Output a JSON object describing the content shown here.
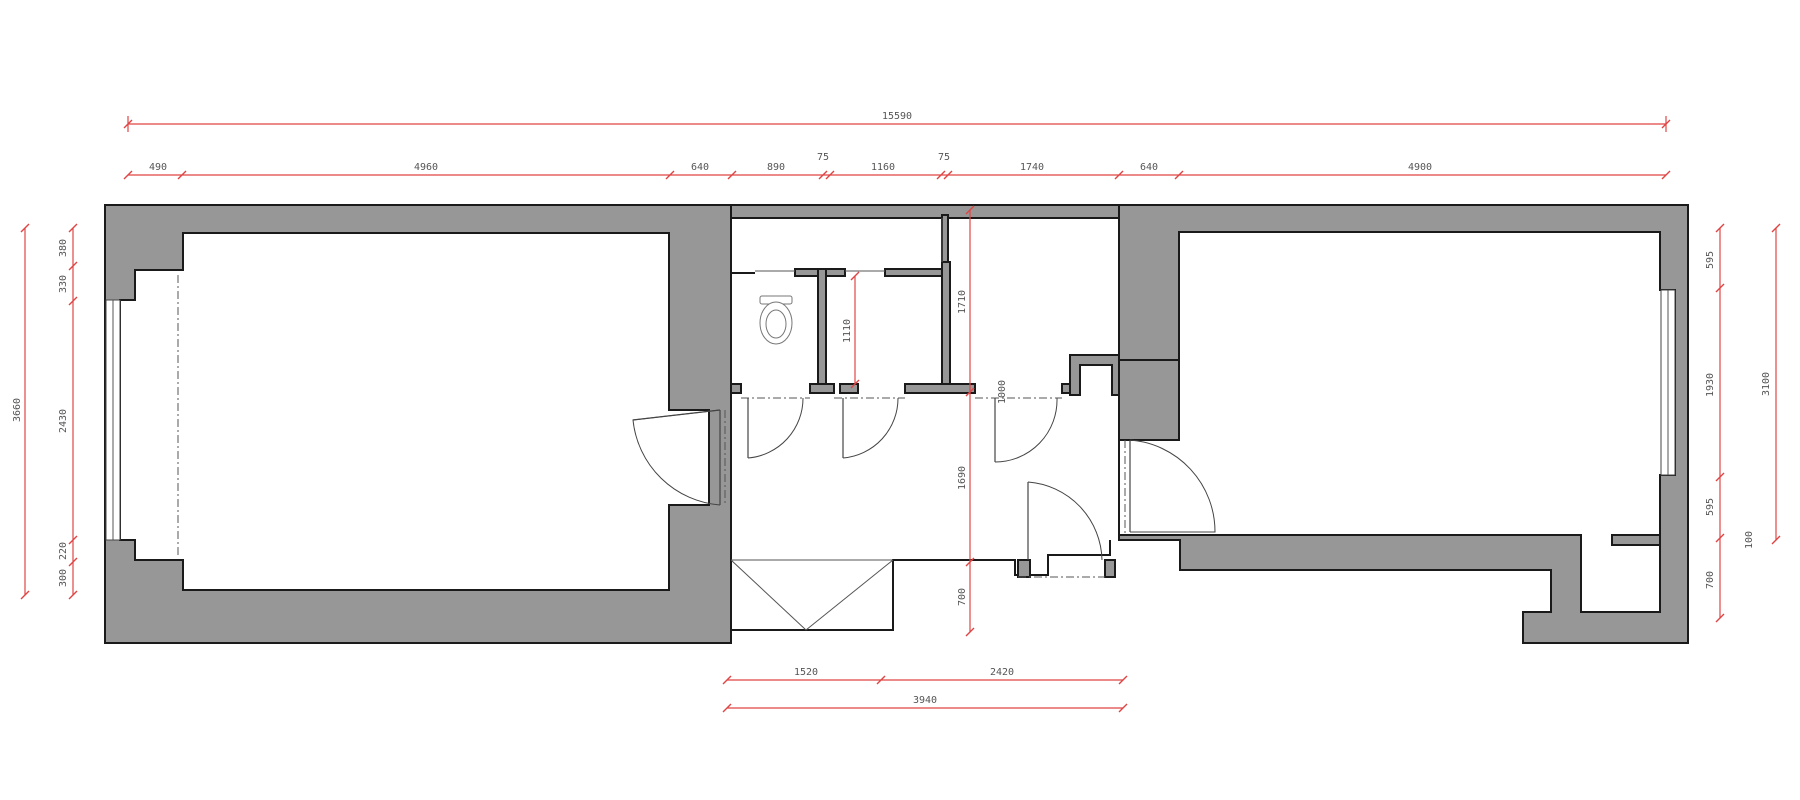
{
  "plan": {
    "dimensions": {
      "overall_top": "15590",
      "top_chain": [
        "490",
        "4960",
        "640",
        "890",
        "75",
        "1160",
        "75",
        "1740",
        "640",
        "4900"
      ],
      "left_outer": "3660",
      "left_chain": [
        "380",
        "330",
        "2430",
        "220",
        "300"
      ],
      "right_chain": [
        "595",
        "1930",
        "595",
        "700"
      ],
      "right_outer": "3100",
      "right_small": "100",
      "inner_1710": "1710",
      "inner_1110": "1110",
      "inner_1000": "1000",
      "inner_1690": "1690",
      "inner_700": "700",
      "bottom_chain": [
        "1520",
        "2420"
      ],
      "bottom_total": "3940"
    }
  }
}
